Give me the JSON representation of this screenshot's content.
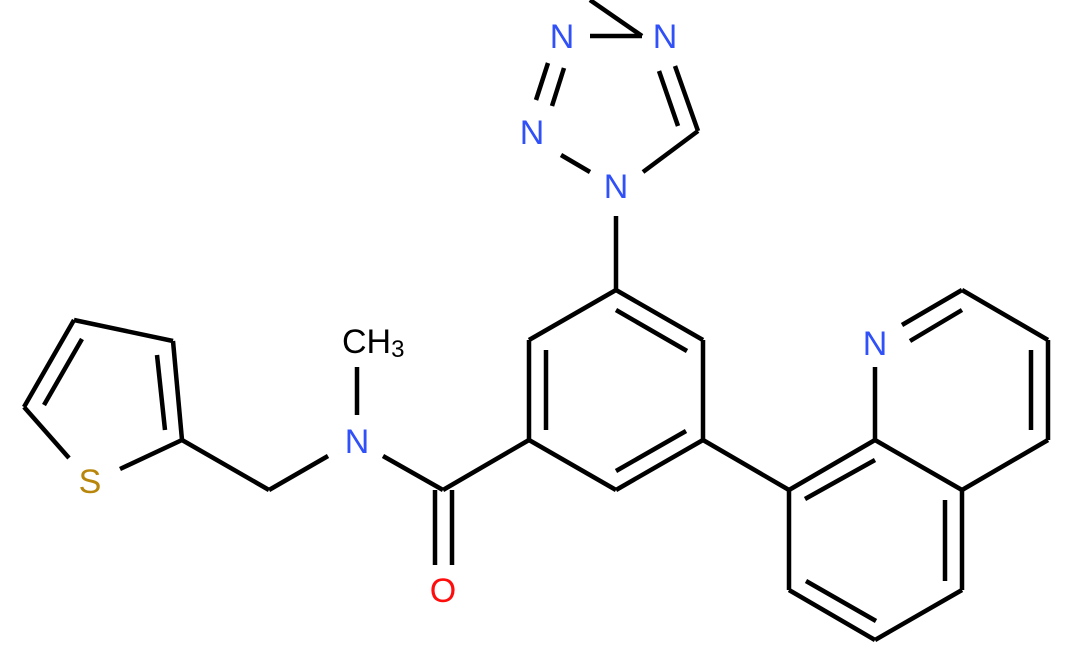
{
  "molecule": {
    "name": "N-methyl-3-(quinolin-8-yl)-N-(thiophen-2-ylmethyl)-5-(tetrazol-1-yl)benzamide",
    "colors": {
      "bond": "#000000",
      "nitrogen": "#3050F8",
      "oxygen": "#FF0D0D",
      "sulfur": "#B8860B",
      "carbon": "#000000",
      "background": "#FFFFFF"
    },
    "labels": {
      "tetrazole_n_top_left": "N",
      "tetrazole_n_top_right": "N",
      "tetrazole_n_left": "N",
      "tetrazole_n1": "N",
      "quinoline_n": "N",
      "amide_n": "N",
      "methyl_c": "CH",
      "methyl_sub": "3",
      "carbonyl_o": "O",
      "thiophene_s": "S"
    }
  }
}
